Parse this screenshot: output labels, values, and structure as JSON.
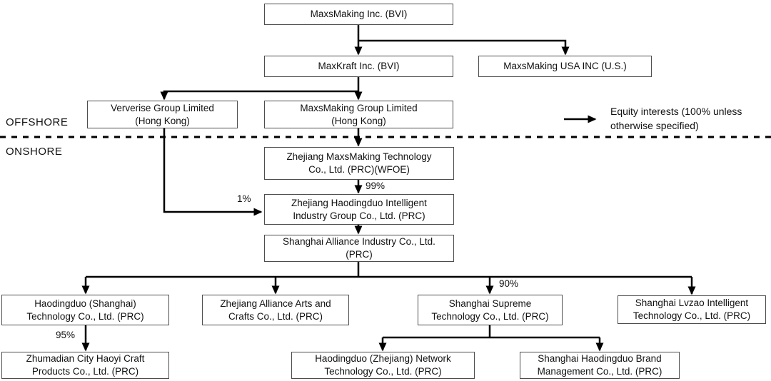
{
  "sections": {
    "offshore": "OFFSHORE",
    "onshore": "ONSHORE"
  },
  "legend": {
    "text": "Equity interests (100% unless\notherwise specified)"
  },
  "nodes": {
    "maxsmaking_inc": {
      "label": "MaxsMaking Inc. (BVI)"
    },
    "maxkraft": {
      "label": "MaxKraft Inc. (BVI)"
    },
    "maxsmaking_usa": {
      "label": "MaxsMaking USA INC (U.S.)"
    },
    "ververise": {
      "label": "Ververise Group Limited\n(Hong Kong)"
    },
    "maxsmaking_group": {
      "label": "MaxsMaking Group Limited\n(Hong Kong)"
    },
    "zhejiang_maxsmaking_tech": {
      "label": "Zhejiang MaxsMaking Technology\nCo., Ltd. (PRC)(WFOE)"
    },
    "zhejiang_haodingduo_group": {
      "label": "Zhejiang Haodingduo Intelligent\nIndustry Group Co., Ltd. (PRC)"
    },
    "shanghai_alliance": {
      "label": "Shanghai Alliance Industry Co., Ltd.\n(PRC)"
    },
    "haodingduo_shanghai": {
      "label": "Haodingduo (Shanghai)\nTechnology Co., Ltd. (PRC)"
    },
    "zhejiang_alliance_arts": {
      "label": "Zhejiang Alliance Arts and\nCrafts Co., Ltd. (PRC)"
    },
    "shanghai_supreme": {
      "label": "Shanghai Supreme\nTechnology Co., Ltd. (PRC)"
    },
    "shanghai_lvzao": {
      "label": "Shanghai Lvzao Intelligent\nTechnology Co., Ltd. (PRC)"
    },
    "zhumadian_haoyi": {
      "label": "Zhumadian City Haoyi Craft\nProducts Co., Ltd. (PRC)"
    },
    "haodingduo_zj_network": {
      "label": "Haodingduo (Zhejiang) Network\nTechnology Co., Ltd. (PRC)"
    },
    "shanghai_haodingduo_brand": {
      "label": "Shanghai Haodingduo Brand\nManagement Co., Ltd. (PRC)"
    }
  },
  "edge_labels": {
    "wfoe_to_haodingduo_group": "99%",
    "ververise_to_haodingduo_group": "1%",
    "haodingduo_shanghai_to_zhumadian": "95%",
    "alliance_to_supreme": "90%"
  },
  "edges": [
    {
      "from": "MaxsMaking Inc. (BVI)",
      "to": "MaxKraft Inc. (BVI)",
      "label": ""
    },
    {
      "from": "MaxsMaking Inc. (BVI)",
      "to": "MaxsMaking USA INC (U.S.)",
      "label": ""
    },
    {
      "from": "MaxKraft Inc. (BVI)",
      "to": "Ververise Group Limited (Hong Kong)",
      "label": ""
    },
    {
      "from": "MaxKraft Inc. (BVI)",
      "to": "MaxsMaking Group Limited (Hong Kong)",
      "label": ""
    },
    {
      "from": "MaxsMaking Group Limited (Hong Kong)",
      "to": "Zhejiang MaxsMaking Technology Co., Ltd. (PRC)(WFOE)",
      "label": ""
    },
    {
      "from": "Zhejiang MaxsMaking Technology Co., Ltd. (PRC)(WFOE)",
      "to": "Zhejiang Haodingduo Intelligent Industry Group Co., Ltd. (PRC)",
      "label": "99%"
    },
    {
      "from": "Ververise Group Limited (Hong Kong)",
      "to": "Zhejiang Haodingduo Intelligent Industry Group Co., Ltd. (PRC)",
      "label": "1%"
    },
    {
      "from": "Zhejiang Haodingduo Intelligent Industry Group Co., Ltd. (PRC)",
      "to": "Shanghai Alliance Industry Co., Ltd. (PRC)",
      "label": ""
    },
    {
      "from": "Shanghai Alliance Industry Co., Ltd. (PRC)",
      "to": "Haodingduo (Shanghai) Technology Co., Ltd. (PRC)",
      "label": ""
    },
    {
      "from": "Shanghai Alliance Industry Co., Ltd. (PRC)",
      "to": "Zhejiang Alliance Arts and Crafts Co., Ltd. (PRC)",
      "label": ""
    },
    {
      "from": "Shanghai Alliance Industry Co., Ltd. (PRC)",
      "to": "Shanghai Supreme Technology Co., Ltd. (PRC)",
      "label": "90%"
    },
    {
      "from": "Shanghai Alliance Industry Co., Ltd. (PRC)",
      "to": "Shanghai Lvzao Intelligent Technology Co., Ltd. (PRC)",
      "label": ""
    },
    {
      "from": "Haodingduo (Shanghai) Technology Co., Ltd. (PRC)",
      "to": "Zhumadian City Haoyi Craft Products Co., Ltd. (PRC)",
      "label": "95%"
    },
    {
      "from": "Shanghai Supreme Technology Co., Ltd. (PRC)",
      "to": "Haodingduo (Zhejiang) Network Technology Co., Ltd. (PRC)",
      "label": ""
    },
    {
      "from": "Shanghai Supreme Technology Co., Ltd. (PRC)",
      "to": "Shanghai Haodingduo Brand Management Co., Ltd. (PRC)",
      "label": ""
    }
  ],
  "colors": {
    "line": "#000000",
    "box_border": "#4d4d4d",
    "text": "#111111",
    "background": "#ffffff"
  }
}
